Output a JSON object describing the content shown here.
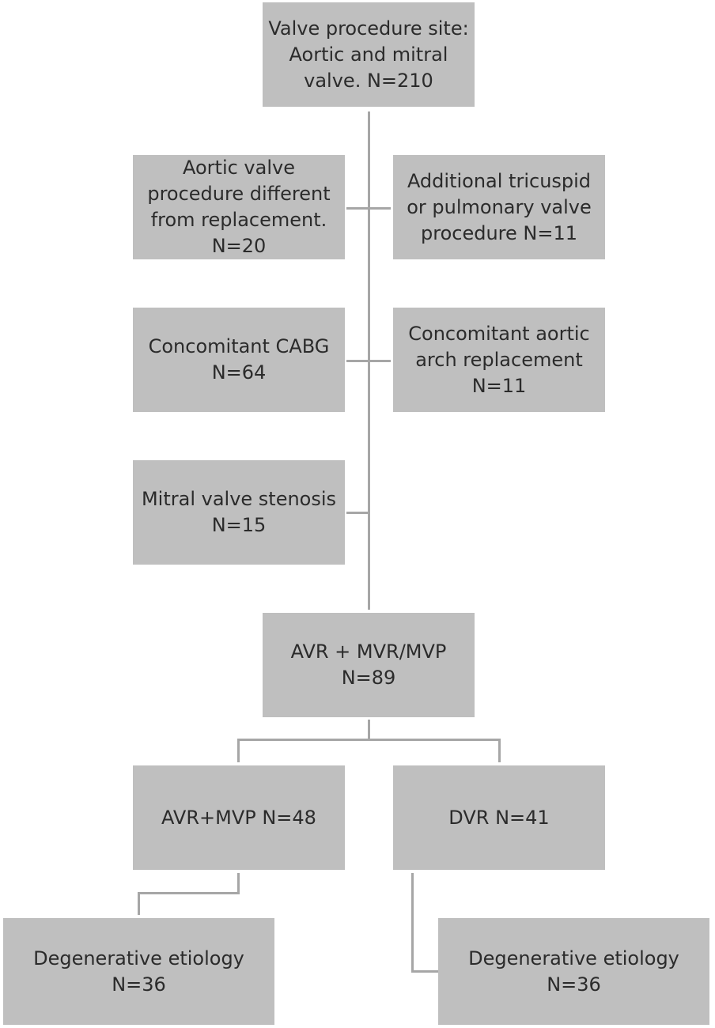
{
  "diagram": {
    "nodes": {
      "root": "Valve procedure site:\nAortic and mitral\nvalve. N=210",
      "excl_aortic_other": "Aortic valve\nprocedure different\nfrom replacement.\nN=20",
      "excl_tricuspid": "Additional tricuspid\nor pulmonary valve\nprocedure N=11",
      "excl_cabg": "Concomitant CABG\nN=64",
      "excl_arch": "Concomitant aortic\narch replacement\nN=11",
      "excl_mitral_stenosis": "Mitral valve stenosis\nN=15",
      "avr_mvr": "AVR + MVR/MVP\nN=89",
      "avr_mvp": "AVR+MVP N=48",
      "dvr": "DVR N=41",
      "degen_left": "Degenerative etiology N=36",
      "degen_right": "Degenerative etiology N=36"
    },
    "colors": {
      "box_fill": "#bfbfbf",
      "connector": "#a6a6a6",
      "text": "#2b2b2b"
    }
  }
}
